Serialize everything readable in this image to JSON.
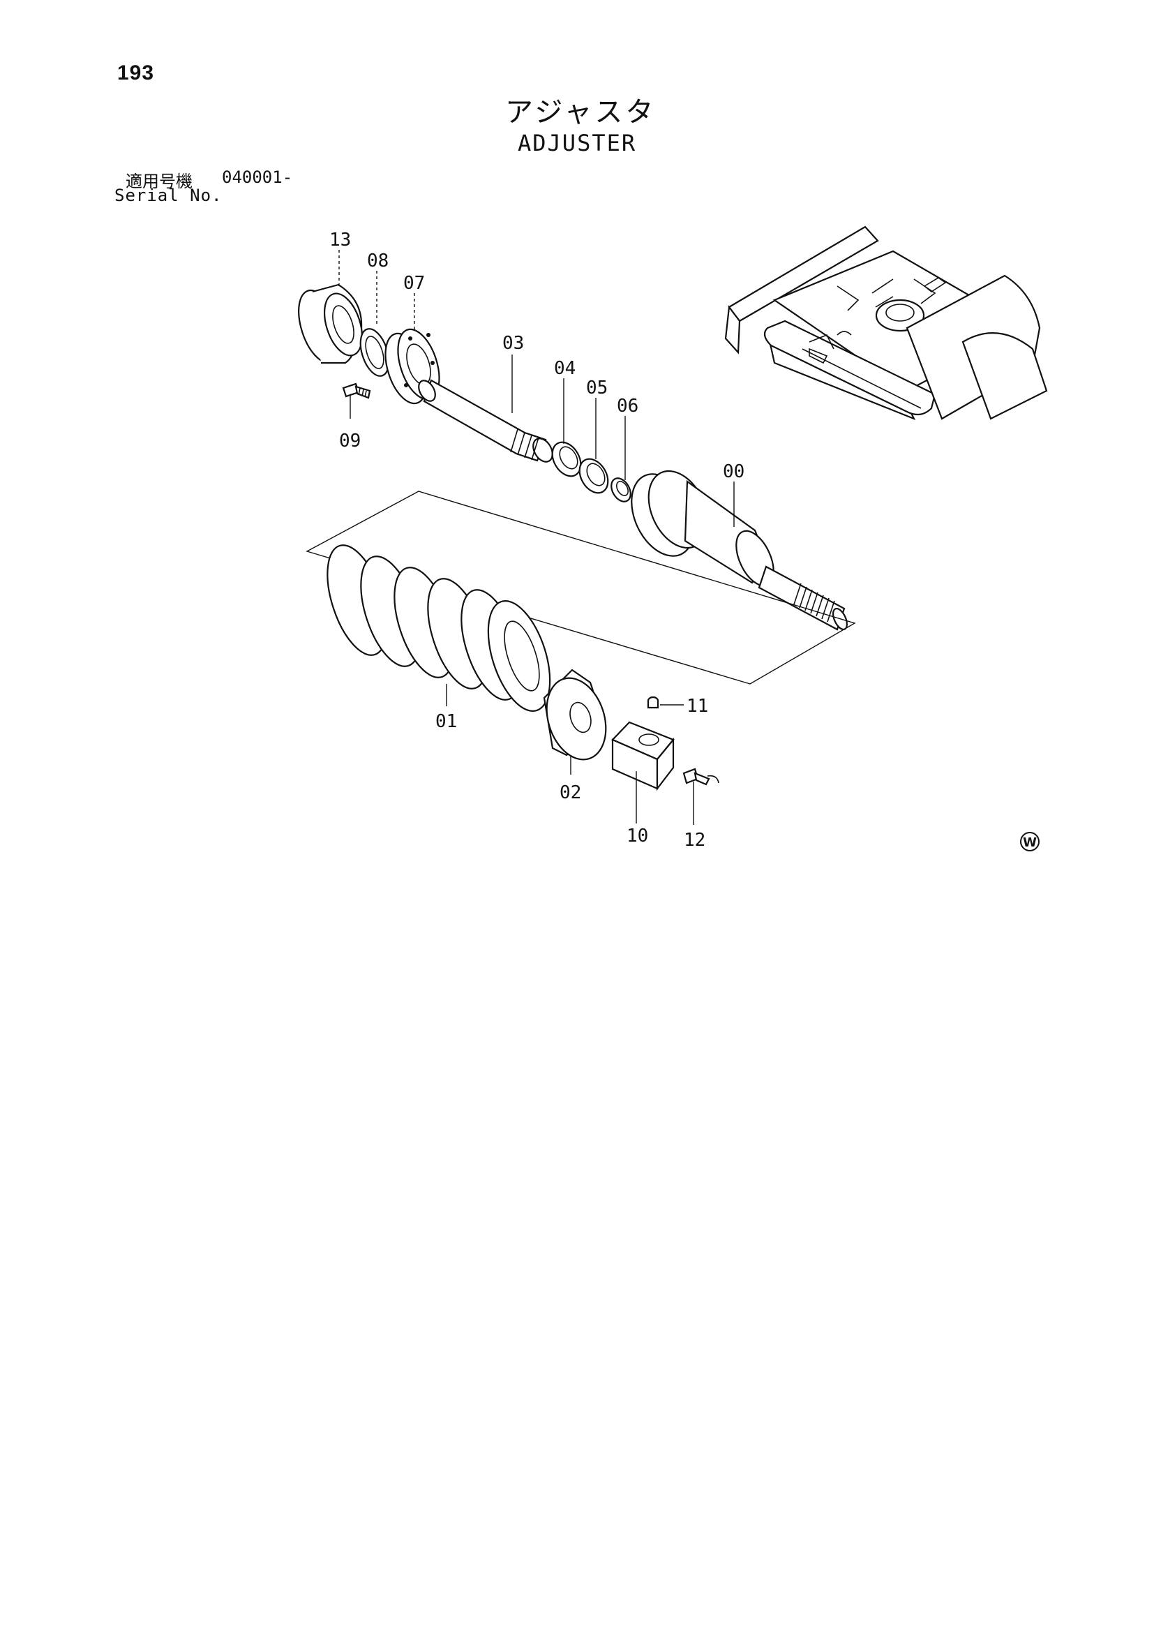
{
  "page": {
    "number": "193",
    "title_jp": "アジャスタ",
    "title_en": "ADJUSTER",
    "serial_label_jp": "適用号機",
    "serial_value": "040001-",
    "serial_label_en": "Serial No."
  },
  "parts": {
    "p00": "00",
    "p01": "01",
    "p02": "02",
    "p03": "03",
    "p04": "04",
    "p05": "05",
    "p06": "06",
    "p07": "07",
    "p08": "08",
    "p09": "09",
    "p10": "10",
    "p11": "11",
    "p12": "12",
    "p13": "13"
  },
  "mark": "W"
}
